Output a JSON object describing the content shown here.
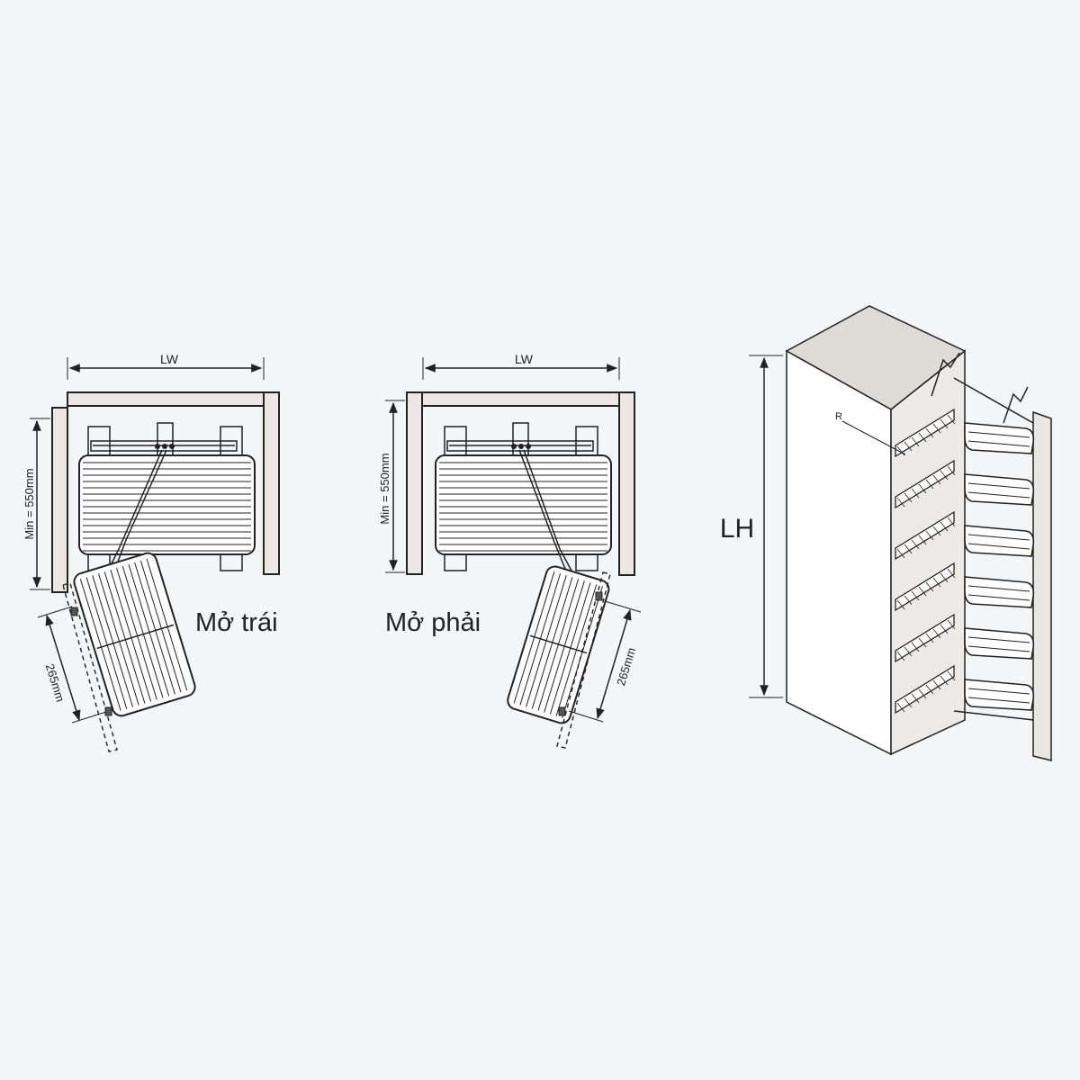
{
  "plan_left": {
    "width_label": "LW",
    "depth_label": "Min = 550mm",
    "offset_label": "265mm",
    "caption": "Mở trái"
  },
  "plan_right": {
    "width_label": "LW",
    "depth_label": "Min = 550mm",
    "offset_label": "265mm",
    "caption": "Mở phải"
  },
  "tall_unit": {
    "height_label": "LH",
    "part_label": "R",
    "shelf_count": 6
  },
  "colors": {
    "background": "#f4f5f7",
    "panel_fill": "#ece6e4",
    "stroke": "#222222"
  }
}
